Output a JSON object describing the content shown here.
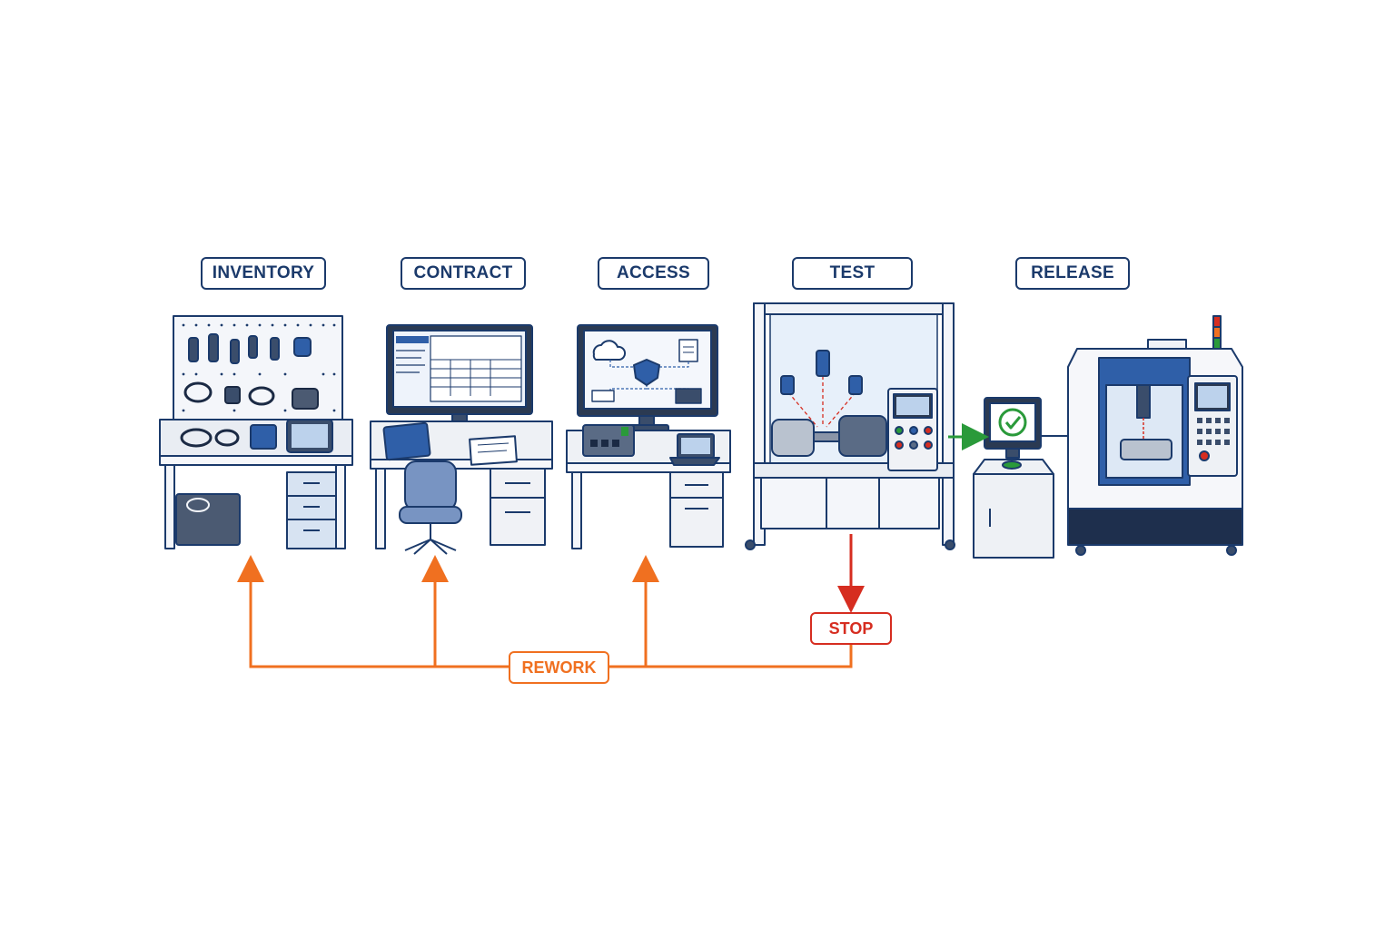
{
  "stages": [
    {
      "id": "inventory",
      "label": "INVENTORY"
    },
    {
      "id": "contract",
      "label": "CONTRACT"
    },
    {
      "id": "access",
      "label": "ACCESS"
    },
    {
      "id": "test",
      "label": "TEST"
    },
    {
      "id": "release",
      "label": "RELEASE"
    }
  ],
  "flow": {
    "stop_label": "STOP",
    "rework_label": "REWORK"
  },
  "colors": {
    "outline": "#1b3a6b",
    "accent_blue": "#2f5fa8",
    "screen_blue": "#d7e6f7",
    "desk_grey": "#eef1f5",
    "stop_red": "#d62d20",
    "rework_orange": "#f07020",
    "pass_green": "#2a9a3a"
  },
  "icons": [
    "sensor-icon",
    "cable-icon",
    "tablet-icon",
    "spreadsheet-icon",
    "cloud-icon",
    "shield-icon",
    "network-switch-icon",
    "laptop-icon",
    "motor-icon",
    "checkmark-icon",
    "cnc-machine-icon",
    "signal-tower-icon"
  ]
}
